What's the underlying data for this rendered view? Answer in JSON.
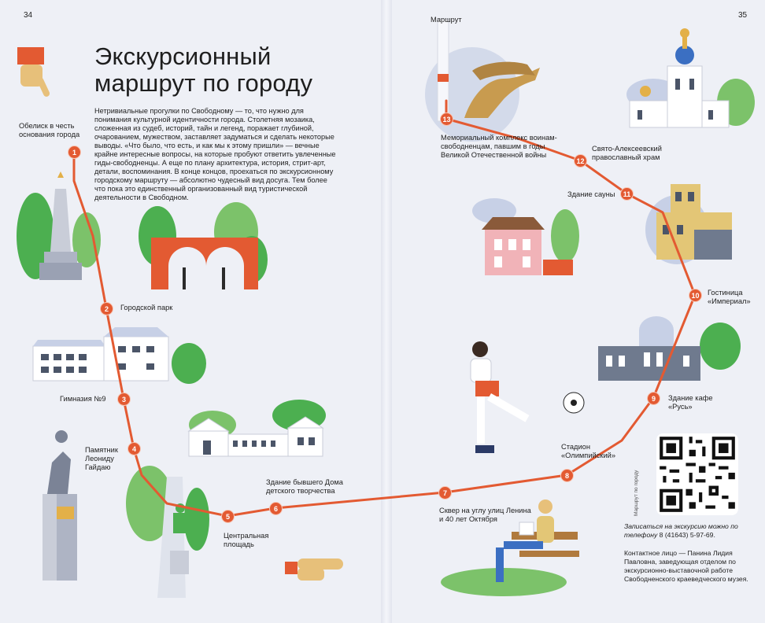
{
  "pages": {
    "left": "34",
    "right": "35"
  },
  "title": {
    "line1": "Экскурсионный",
    "line2": "маршрут по городу"
  },
  "intro": "Нетривиальные прогулки по Свободному — то, что нужно для понимания культурной идентичности города. Столетняя мозаика, сложенная из судеб, историй, тайн и легенд, поражает глубиной, очарованием, мужеством, заставляет задуматься и сделать некоторые выводы. «Что было, что есть, и как мы к этому пришли» — вечные крайне интересные вопросы, на которые пробуют ответить увлеченные гиды-свободненцы. А еще по плану архитектура, история, стрит-арт, детали, воспоминания. В конце концов, проехаться по экскурсионному городскому маршруту — абсолютно чудесный вид досуга. Тем более что пока это единственный организованный вид туристической деятельности в Свободном.",
  "route_label": "Маршрут",
  "stops": [
    {
      "num": "1",
      "label": "Обелиск в честь основания города"
    },
    {
      "num": "2",
      "label": "Городской парк"
    },
    {
      "num": "3",
      "label": "Гимназия №9"
    },
    {
      "num": "4",
      "label": "Памятник Леониду Гайдаю"
    },
    {
      "num": "5",
      "label": "Центральная площадь"
    },
    {
      "num": "6",
      "label": "Здание бывшего Дома детского творчества"
    },
    {
      "num": "7",
      "label": "Сквер на углу улиц Ленина и 40 лет Октября"
    },
    {
      "num": "8",
      "label": "Стадион «Олимпийский»"
    },
    {
      "num": "9",
      "label": "Здание кафе «Русь»"
    },
    {
      "num": "10",
      "label": "Гостиница «Империал»"
    },
    {
      "num": "11",
      "label": "Здание сауны"
    },
    {
      "num": "12",
      "label": "Свято-Алексеевский православный храм"
    },
    {
      "num": "13",
      "label": "Мемориальный комплекс воинам-свободненцам, павшим в годы Великой Отечественной войны"
    }
  ],
  "qr_caption": "Маршрут по городу",
  "booking": {
    "italic": "Записаться на экскурсию можно по телефону",
    "phone": "8 (41643) 5-97-69."
  },
  "contact": "Контактное лицо — Панина Лидия Павловна, заведующая отделом по экскурсионно-выставочной работе Свободненского краеведческого музея.",
  "colors": {
    "route": "#e35a32",
    "page": "#eef0f6",
    "green": "#4caf50",
    "text": "#1e1e1e"
  },
  "icons": [
    "pointing-hand-icon",
    "qr-code"
  ]
}
